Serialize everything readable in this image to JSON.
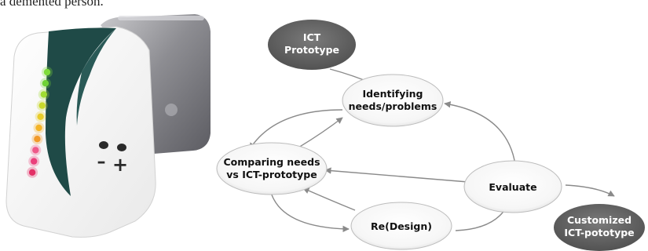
{
  "caption": "a demented person.",
  "device": {
    "leds": [
      "#7fdc3a",
      "#6fd236",
      "#9fdc32",
      "#c8d82c",
      "#e9cc2a",
      "#f4b428",
      "#f19a2a",
      "#ee5a8a",
      "#ea3f7b",
      "#e33066"
    ],
    "minus_symbol": "–",
    "plus_symbol": "+"
  },
  "diagram": {
    "ict_prototype": [
      "ICT",
      "Prototype"
    ],
    "identifying": [
      "Identifying",
      "needs/problems"
    ],
    "comparing": [
      "Comparing needs",
      "vs ICT-prototype"
    ],
    "evaluate": "Evaluate",
    "redesign": "Re(Design)",
    "customized": [
      "Customized",
      "ICT-pototype"
    ]
  },
  "colors": {
    "dark_node": "#6a6a6a",
    "light_node_edge": "#bcbcbc",
    "arrow": "#8a8a8a",
    "device_accent": "#1f4a47"
  }
}
